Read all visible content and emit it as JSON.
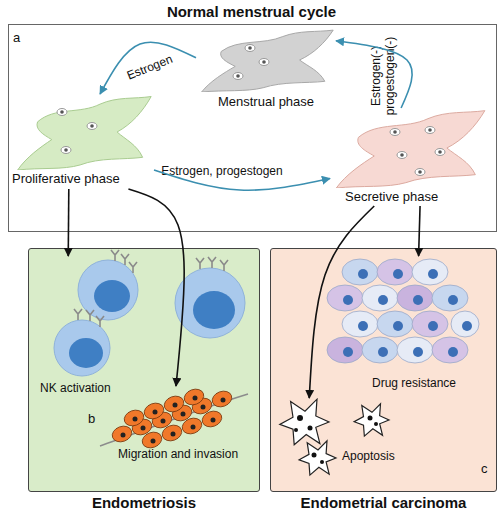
{
  "diagram": {
    "title": "Normal menstrual cycle",
    "nodes": [
      {
        "text": [
          "a"
        ]
      },
      {
        "text": [
          "Menstrual phase"
        ],
        "in": 0
      },
      {
        "text": [
          "Proliferative phase"
        ],
        "in": 0
      },
      {
        "text": [
          "Secretive phase"
        ],
        "in": 0
      },
      {
        "text": [
          "b",
          "Endometriosis"
        ]
      },
      {
        "text": [
          "NK activation"
        ],
        "in": 4
      },
      {
        "text": [
          "Migration and invasion"
        ],
        "in": 4
      },
      {
        "text": [
          "c",
          "Endometrial carcinoma"
        ]
      },
      {
        "text": [
          "Drug resistance"
        ],
        "in": 7
      },
      {
        "text": [
          "Apoptosis"
        ],
        "in": 7
      }
    ],
    "edges": [
      {
        "from": 1,
        "to": 2,
        "label": "Estrogen",
        "arrow": "to"
      },
      {
        "from": 2,
        "to": 3,
        "label": "Estrogen, progestogen",
        "arrow": "to"
      },
      {
        "from": 3,
        "to": 1,
        "label": "Estrogen(-) progestogen(-)",
        "arrow": "to"
      },
      {
        "from": 2,
        "to": 5,
        "arrow": "to"
      },
      {
        "from": 2,
        "to": 6,
        "arrow": "to"
      },
      {
        "from": 3,
        "to": 9,
        "arrow": "to"
      },
      {
        "from": 3,
        "to": 8,
        "arrow": "to"
      }
    ]
  }
}
